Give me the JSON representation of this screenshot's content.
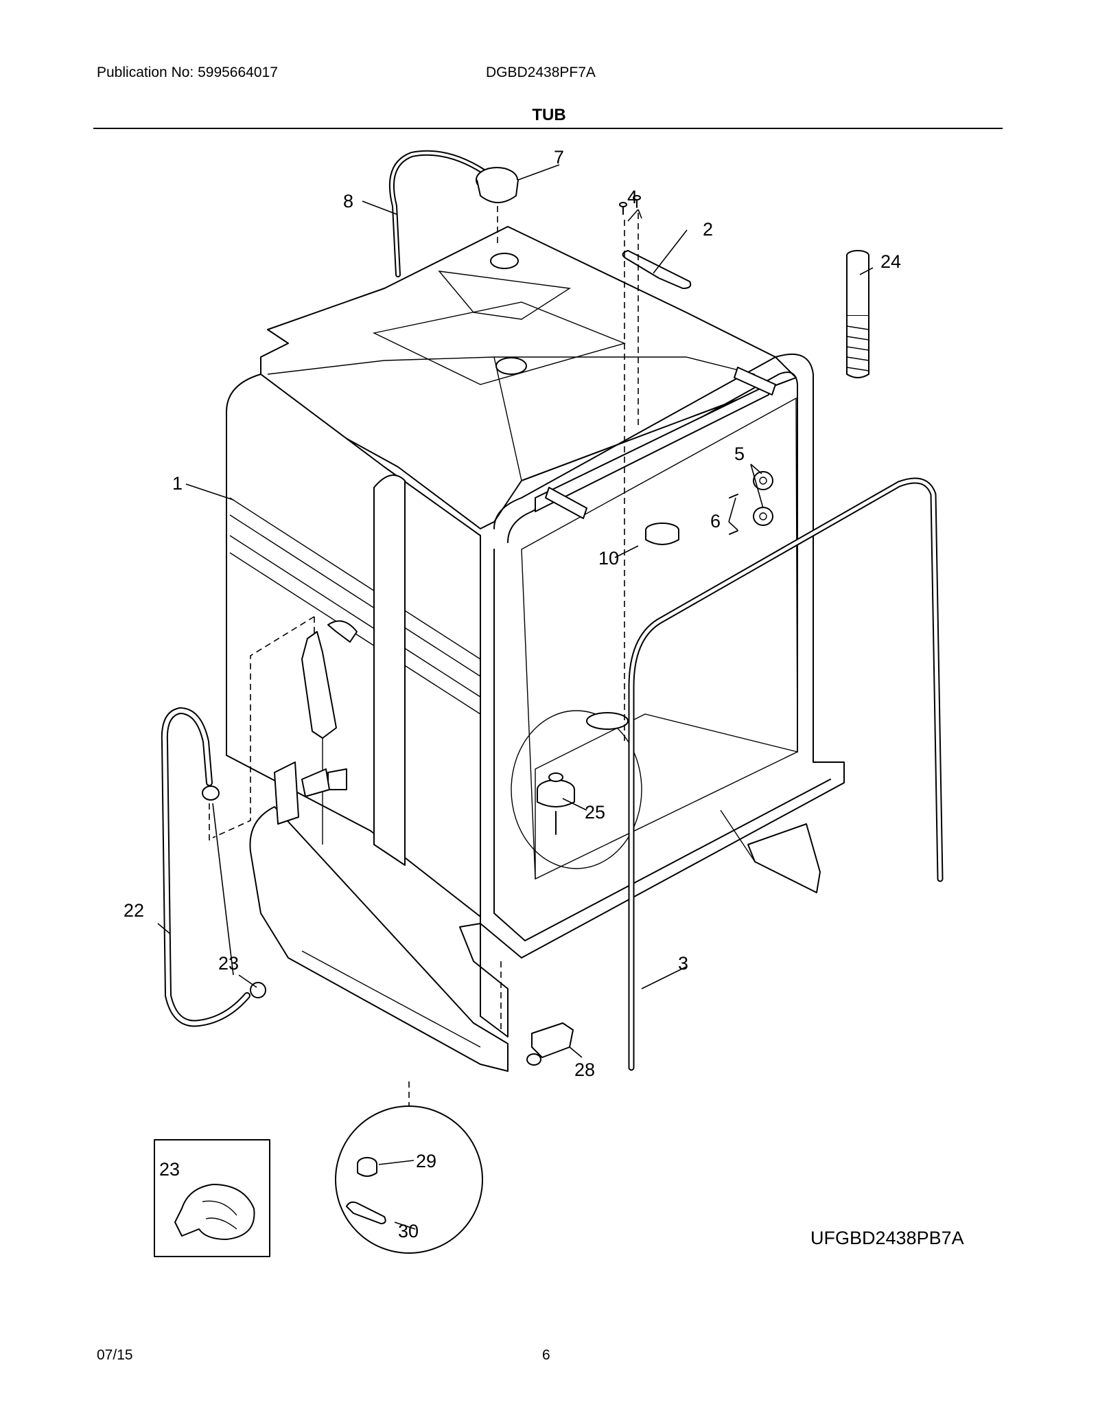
{
  "header": {
    "publication": "Publication No: 5995664017",
    "model": "DGBD2438PF7A"
  },
  "section_title": "TUB",
  "callouts": {
    "c1": "1",
    "c2": "2",
    "c3": "3",
    "c4": "4",
    "c5": "5",
    "c6": "6",
    "c7": "7",
    "c8": "8",
    "c10": "10",
    "c22": "22",
    "c23a": "23",
    "c23b": "23",
    "c24": "24",
    "c25": "25",
    "c28": "28",
    "c29": "29",
    "c30": "30"
  },
  "diagram_code": "UFGBD2438PB7A",
  "footer": {
    "date": "07/15",
    "page": "6"
  }
}
